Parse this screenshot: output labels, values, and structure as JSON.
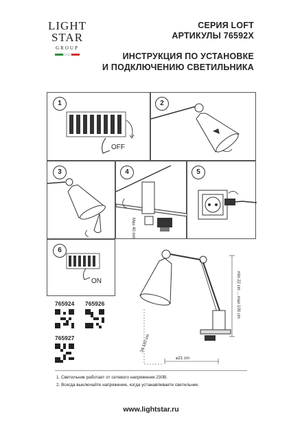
{
  "logo": {
    "line1": "LIGHT",
    "line2": "STAR",
    "line3": "GROUP",
    "flag_colors": [
      "#2e8b3a",
      "#ffffff",
      "#d22f2f"
    ]
  },
  "header": {
    "series": "СЕРИЯ LOFT",
    "articles": "АРТИКУЛЫ 76592X",
    "title_line1": "ИНСТРУКЦИЯ ПО УСТАНОВКЕ",
    "title_line2": "И ПОДКЛЮЧЕНИЮ СВЕТИЛЬНИКА"
  },
  "steps": [
    "1",
    "2",
    "3",
    "4",
    "5",
    "6"
  ],
  "labels": {
    "off": "OFF",
    "on": "ON",
    "clamp_max": "Max 40 mm"
  },
  "dimensions": {
    "height": "min 22 cm ... max 100 cm",
    "arm": "34-110 cm",
    "base": "⌀21 cm"
  },
  "skus": [
    "765924",
    "765926",
    "765927"
  ],
  "notes": [
    "1. Светильник работает от сетевого напряжения 230В.",
    "2. Всегда выключайте напряжение, когда устанавливаете светильник."
  ],
  "footer": {
    "url": "www.lightstar.ru"
  }
}
